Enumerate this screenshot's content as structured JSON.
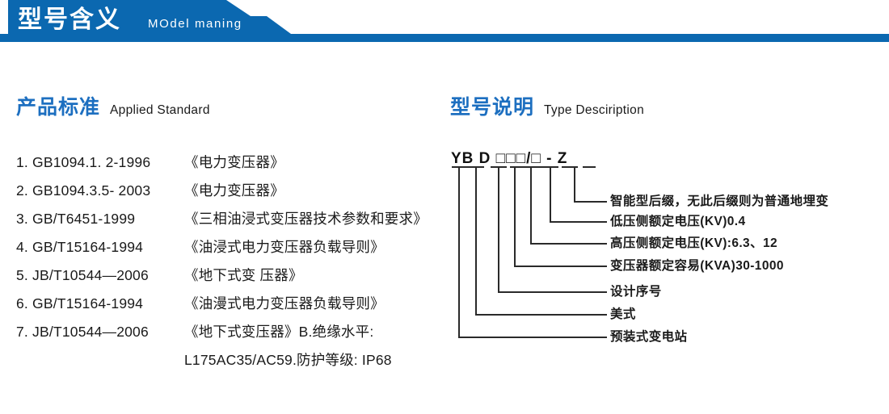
{
  "banner": {
    "title_cn": "型号含义",
    "title_en": "MOdel maning",
    "color_primary": "#0b68b0",
    "color_bar": "#0b68b0"
  },
  "sections": {
    "standards": {
      "heading_cn": "产品标准",
      "heading_en": "Applied Standard",
      "heading_color": "#1d6fc0",
      "items": [
        {
          "code": "1. GB1094.1. 2-1996",
          "name": "《电力变压器》"
        },
        {
          "code": "2. GB1094.3.5- 2003",
          "name": "《电力变压器》"
        },
        {
          "code": "3. GB/T6451-1999",
          "name": "《三相油浸式变压器技术参数和要求》"
        },
        {
          "code": "4. GB/T15164-1994",
          "name": "《油浸式电力变压器负载导则》"
        },
        {
          "code": "5. JB/T10544—2006",
          "name": "《地下式变 压器》"
        },
        {
          "code": "6. GB/T15164-1994",
          "name": "《油漫式电力变压器负载导则》"
        },
        {
          "code": "7. JB/T10544—2006",
          "name": "《地下式变压器》B.绝缘水平:"
        }
      ],
      "continuation": "L175AC35/AC59.防护等级: IP68"
    },
    "type_description": {
      "heading_cn": "型号说明",
      "heading_en": "Type Desciription",
      "heading_color": "#1d6fc0",
      "model_code": {
        "segments": [
          "YB",
          "D",
          "□",
          "□",
          "□",
          "/",
          "□",
          "-",
          "Z"
        ],
        "display": "YB D □□□/□ - Z"
      },
      "callouts": [
        {
          "text": "智能型后缀，无此后缀则为普通地埋变"
        },
        {
          "text": "低压侧额定电压(KV)0.4"
        },
        {
          "text": "高压侧额定电压(KV):6.3、12"
        },
        {
          "text": "变压器额定容易(KVA)30-1000"
        },
        {
          "text": "设计序号"
        },
        {
          "text": "美式"
        },
        {
          "text": "预装式变电站"
        }
      ]
    }
  }
}
